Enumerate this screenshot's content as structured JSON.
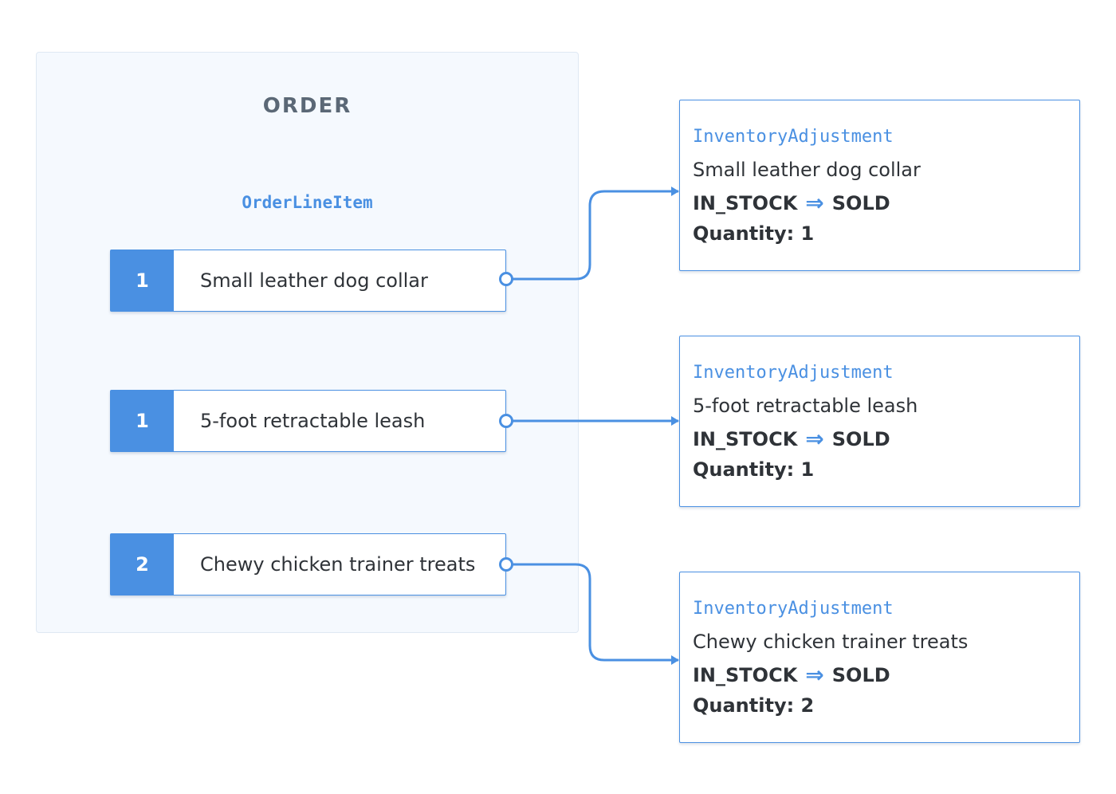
{
  "order": {
    "title": "ORDER",
    "line_item_type": "OrderLineItem",
    "line_items": [
      {
        "quantity": "1",
        "name": "Small leather dog collar"
      },
      {
        "quantity": "1",
        "name": "5-foot retractable leash"
      },
      {
        "quantity": "2",
        "name": "Chewy chicken trainer treats"
      }
    ]
  },
  "adjustments": [
    {
      "type": "InventoryAdjustment",
      "item": "Small leather dog collar",
      "from_state": "IN_STOCK",
      "to_state": "SOLD",
      "quantity_label": "Quantity: 1"
    },
    {
      "type": "InventoryAdjustment",
      "item": "5-foot retractable leash",
      "from_state": "IN_STOCK",
      "to_state": "SOLD",
      "quantity_label": "Quantity: 1"
    },
    {
      "type": "InventoryAdjustment",
      "item": "Chewy chicken trainer treats",
      "from_state": "IN_STOCK",
      "to_state": "SOLD",
      "quantity_label": "Quantity: 2"
    }
  ],
  "colors": {
    "accent": "#4a90e2",
    "panel_bg": "#f5f9fe",
    "text": "#2f3338",
    "title": "#5b6876"
  },
  "icons": {
    "state_arrow": "double-right-arrow-icon"
  }
}
